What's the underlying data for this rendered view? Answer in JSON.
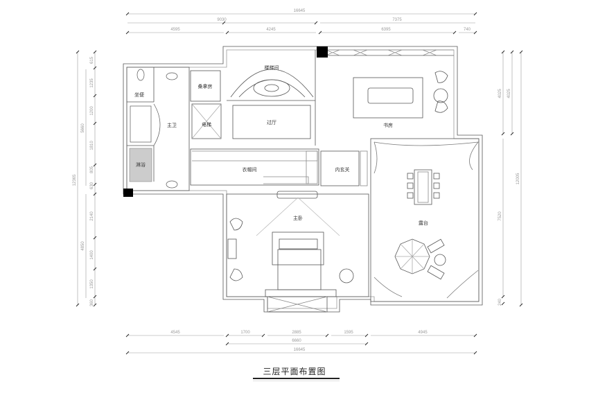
{
  "drawing": {
    "title": "三层平面布置图",
    "line_color": "#555555",
    "dim_color": "#9a9a9a",
    "fill_black": "#000000"
  },
  "rooms": {
    "toilet": "坐便",
    "master_bath": "主卫",
    "sauna": "桑拿房",
    "elevator": "电梯",
    "shower": "淋浴",
    "stairwell": "楼梯间",
    "hall": "过厅",
    "study": "书房",
    "cloakroom": "衣帽间",
    "inner_foyer": "内玄关",
    "terrace": "露台",
    "master_bedroom": "主卧"
  },
  "dimensions": {
    "top": {
      "total": "16645",
      "row2": [
        "9030",
        "7375"
      ],
      "row3": [
        "4595",
        "4245",
        "6395",
        "740"
      ]
    },
    "bottom": {
      "row1": [
        "4545",
        "1700",
        "2885",
        "1595",
        "4945"
      ],
      "row2": "6660",
      "total": "16645"
    },
    "left": {
      "total": "12365",
      "mid": [
        "5660",
        "4850"
      ],
      "inner": [
        "615",
        "1235",
        "1200",
        "1810",
        "805",
        "630",
        "2140",
        "1400",
        "1350",
        "360"
      ]
    },
    "right": {
      "outer": [
        "4025",
        "7520",
        "240"
      ],
      "inner": "4025",
      "total": "12005"
    }
  }
}
